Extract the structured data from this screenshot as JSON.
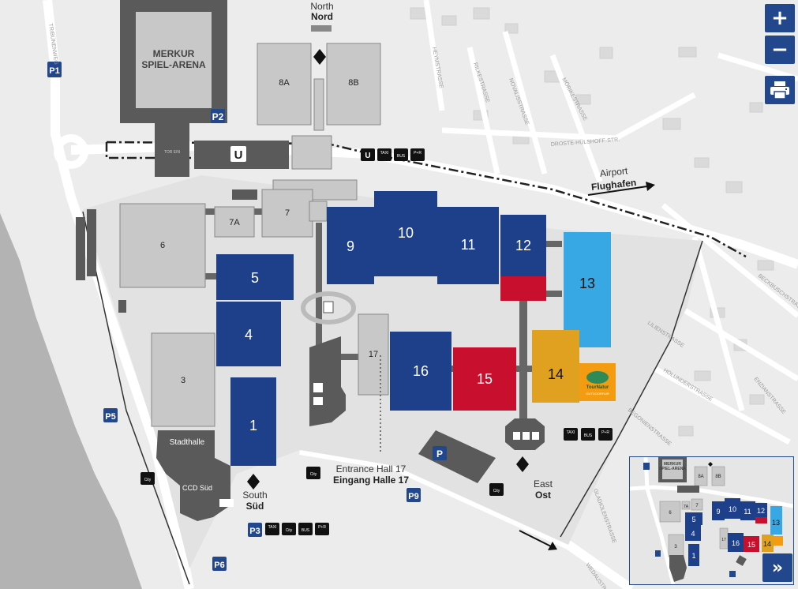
{
  "controls": {
    "zoom_in": "+",
    "zoom_out": "−",
    "minimap_toggle": "»"
  },
  "map": {
    "arena_line1": "MERKUR",
    "arena_line2": "SPIEL-ARENA",
    "arena_sign": "TOR EIN",
    "north_en": "North",
    "north_de": "Nord",
    "airport_en": "Airport",
    "airport_de": "Flughafen",
    "south_en": "South",
    "south_de": "Süd",
    "east_en": "East",
    "east_de": "Ost",
    "entrance17_en": "Entrance Hall 17",
    "entrance17_de": "Eingang Halle 17",
    "stadthalle": "Stadthalle",
    "ccd_sued": "CCD Süd",
    "tourpartner_line1": "TourNatur",
    "tourpartner_line2": "OUTDOORFAIR",
    "halls": {
      "h1": "1",
      "h3": "3",
      "h4": "4",
      "h5": "5",
      "h6": "6",
      "h7": "7",
      "h7a": "7A",
      "h8a": "8A",
      "h8b": "8B",
      "h9": "9",
      "h10": "10",
      "h11": "11",
      "h12": "12",
      "h13": "13",
      "h14": "14",
      "h15": "15",
      "h16": "16",
      "h17": "17"
    },
    "parking": {
      "p1": "P1",
      "p2": "P2",
      "p3": "P3",
      "p5": "P5",
      "p6": "P6",
      "p9": "P9",
      "p_east": "P"
    },
    "transport": {
      "taxi": "TAXI",
      "bus": "BUS",
      "pr": "P+R",
      "city": "City"
    },
    "streets": {
      "s1": "HEYMSTRASSE",
      "s2": "RILKESTRASSE",
      "s3": "NOVALISSTRASSE",
      "s4": "MÖRIKESTRASSE",
      "s5": "DROSTE-HÜLSHOFF-STR.",
      "s6": "BECKBUSCHSTRASSE",
      "s7": "LILIENSTRASSE",
      "s8": "HOLUNDERSTRASSE",
      "s9": "ENZIANSTRASSE",
      "s10": "BEGONIENSTRASSE",
      "s11": "GLADIOLENSTRASSE",
      "s12": "TRIBÜNENWEG",
      "s13": "WEDAUSTRASSE"
    }
  },
  "colors": {
    "hall_blue": "#1e3f8a",
    "hall_red": "#c8102e",
    "hall_orange": "#e0a020",
    "hall_lightblue": "#38a8e4",
    "hall_gray": "#c8c8c8",
    "dark_gray": "#5a5a5a",
    "water": "#b8b8b8",
    "control_blue": "#23478d"
  }
}
